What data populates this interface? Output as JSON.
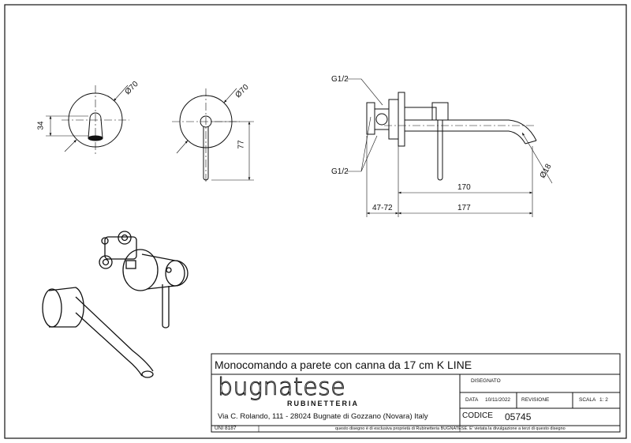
{
  "drawing": {
    "front_view_1": {
      "dia": "Ø70",
      "height": "34"
    },
    "front_view_2": {
      "dia": "Ø70",
      "height": "77"
    },
    "side_view": {
      "thread_top": "G1/2",
      "thread_bottom": "G1/2",
      "dia_spout": "Ø18",
      "len_spout": "170",
      "len_total": "177",
      "len_body": "47-72"
    }
  },
  "title_block": {
    "title": "Monocomando a parete con canna da 17 cm  K LINE",
    "brand": "bugnatese",
    "brand_sub": "RUBINETTERIA",
    "address": "Via C. Rolando, 111 - 28024 Bugnate di Gozzano (Novara) Italy",
    "disegnato_label": "DISEGNATO",
    "data_label": "DATA",
    "data_value": "10/11/2022",
    "revisione_label": "REVISIONE",
    "scala_label": "SCALA",
    "scala_value": "1: 2",
    "codice_label": "CODICE",
    "codice_value": "05745",
    "uni": "UNI 8187",
    "disclaimer": "questo disegno è di esclusiva proprietà di Rubinetteria BUGNATESE. E' vietata la divulgazione a terzi di questo disegno"
  }
}
